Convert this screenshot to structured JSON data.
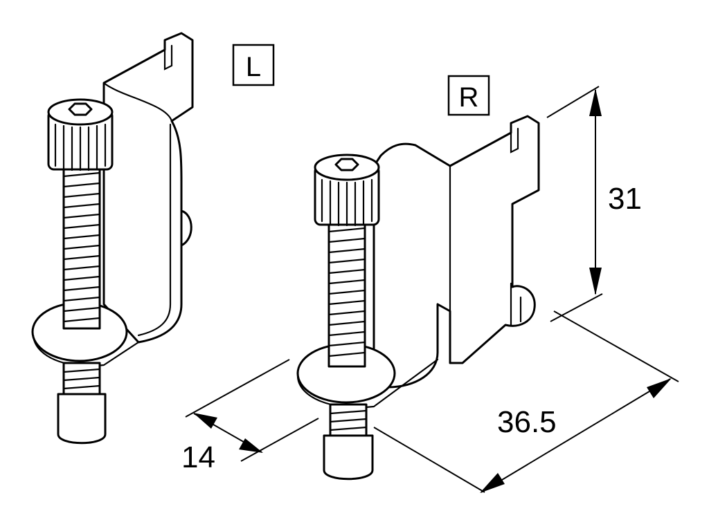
{
  "labels": {
    "left": "L",
    "right": "R"
  },
  "dimensions": {
    "height": "31",
    "length": "36.5",
    "width": "14"
  },
  "colors": {
    "line": "#000000",
    "background": "#ffffff"
  }
}
